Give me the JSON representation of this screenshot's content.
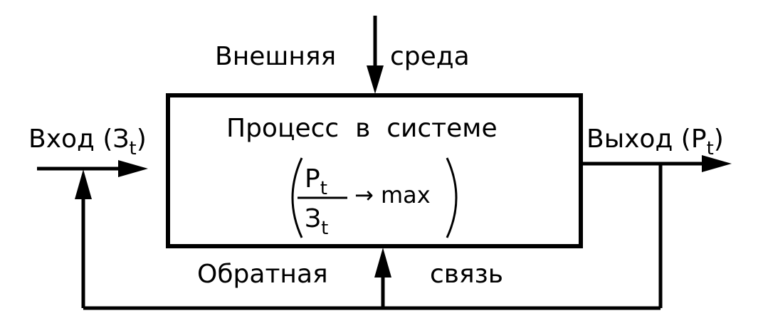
{
  "external_env": {
    "word1": "Внешняя",
    "word2": "среда"
  },
  "input": {
    "word": "Вход",
    "sym": "З",
    "sub": "t"
  },
  "output": {
    "word": "Выход",
    "sym": "Р",
    "sub": "t"
  },
  "process": {
    "title_w1": "Процесс",
    "title_w2": "в",
    "title_w3": "системе",
    "num_sym": "Р",
    "num_sub": "t",
    "den_sym": "З",
    "den_sub": "t",
    "arrow": "→",
    "target": "max"
  },
  "feedback": {
    "word1": "Обратная",
    "word2": "связь"
  },
  "colors": {
    "ink": "#000000",
    "background": "#ffffff"
  }
}
